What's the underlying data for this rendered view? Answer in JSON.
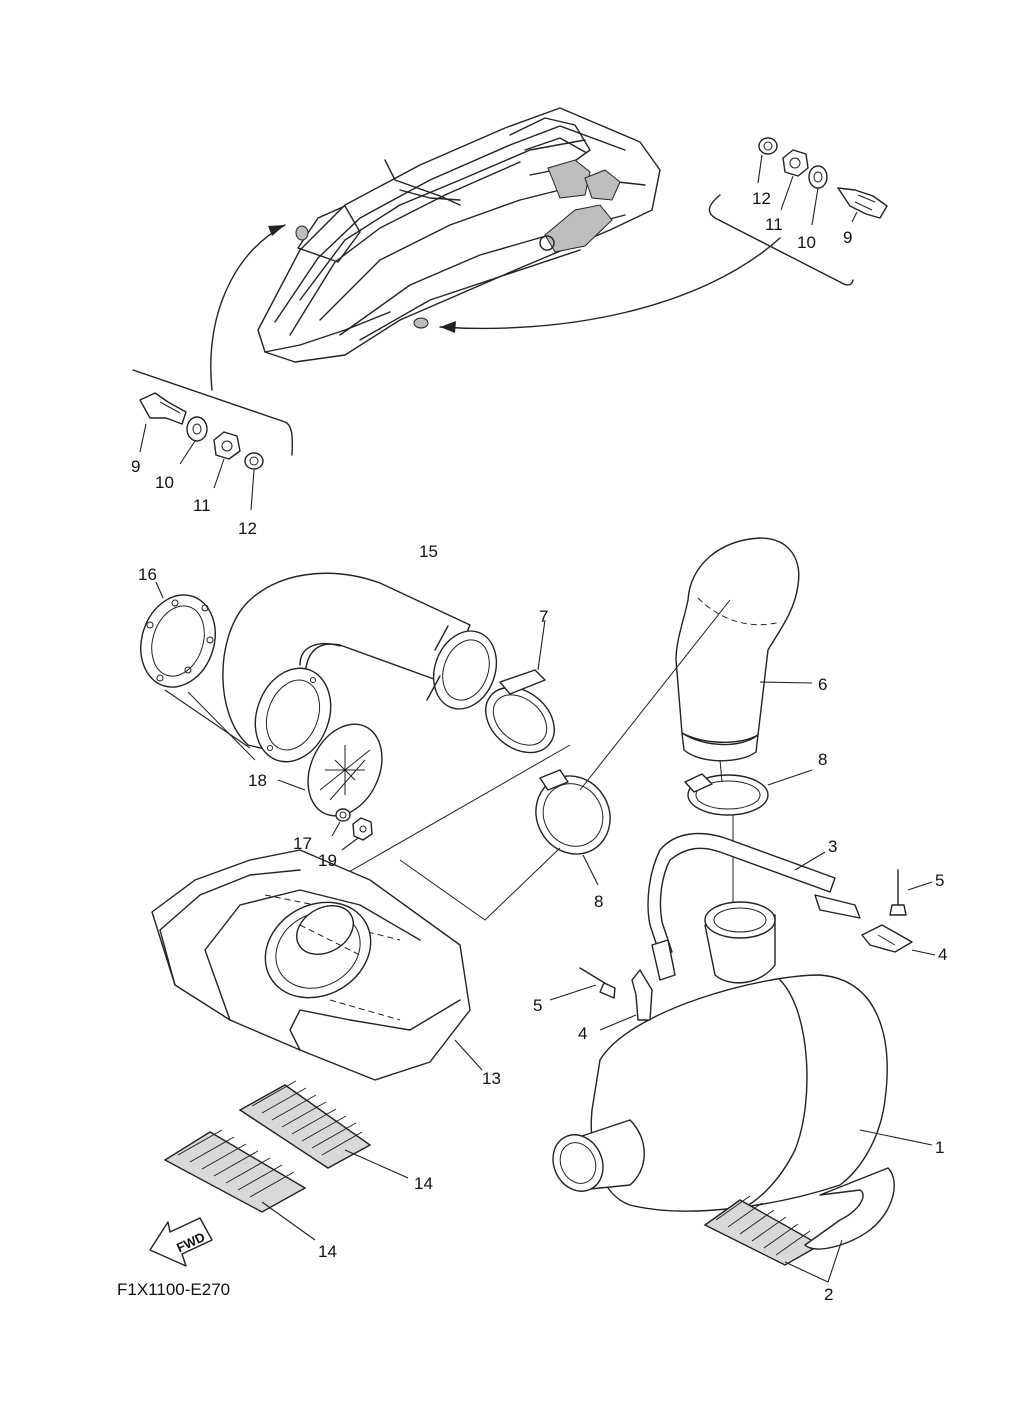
{
  "figure_code": "F1X1100-E270",
  "direction_label": "FWD",
  "callouts": {
    "c1": "1",
    "c2": "2",
    "c3": "3",
    "c4a": "4",
    "c4b": "4",
    "c5a": "5",
    "c5b": "5",
    "c6": "6",
    "c7": "7",
    "c8a": "8",
    "c8b": "8",
    "c9a": "9",
    "c9b": "9",
    "c10a": "10",
    "c10b": "10",
    "c11a": "11",
    "c11b": "11",
    "c12a": "12",
    "c12b": "12",
    "c13": "13",
    "c14a": "14",
    "c14b": "14",
    "c15": "15",
    "c16": "16",
    "c17": "17",
    "c18": "18",
    "c19": "19"
  }
}
